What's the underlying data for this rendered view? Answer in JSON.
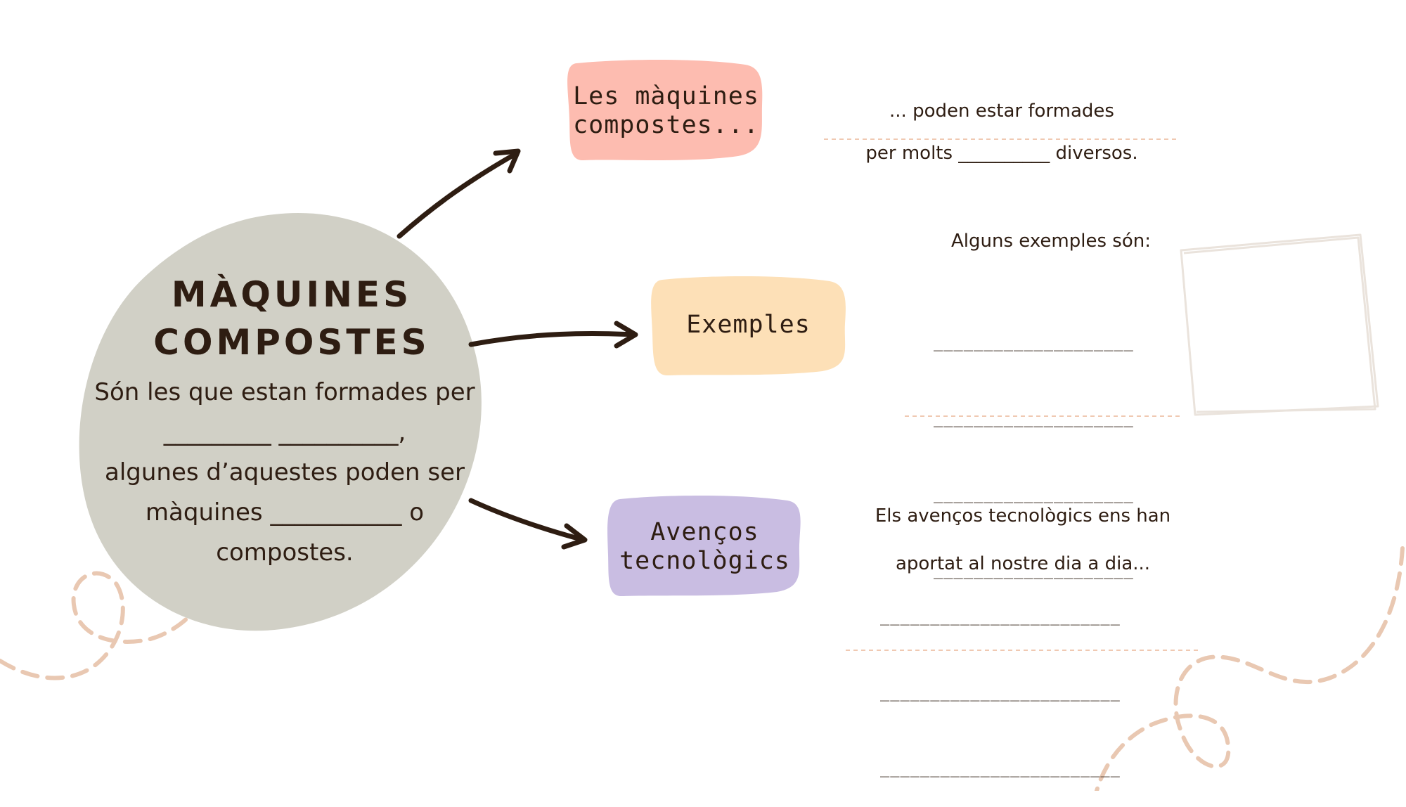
{
  "colors": {
    "blob": "#d1d0c6",
    "box_compostes": "#fdbcb0",
    "box_exemples": "#fde0b7",
    "box_avencos": "#c9bde2",
    "ink": "#2e1d12",
    "dashes": "#e9c8b2"
  },
  "central": {
    "title_line1": "MÀQUINES",
    "title_line2": "COMPOSTES",
    "line1": "Són les que estan formades per",
    "line2": "_________ __________,",
    "line3": "algunes d’aquestes poden ser",
    "line4": "màquines ___________ o",
    "line5": "compostes."
  },
  "boxes": {
    "compostes_line1": "Les màquines",
    "compostes_line2": "compostes...",
    "exemples": "Exemples",
    "avencos_line1": "Avenços",
    "avencos_line2": "tecnològics"
  },
  "notes": {
    "compostes_line1": "... poden estar formades",
    "compostes_line2": "per molts __________ diversos.",
    "exemples_intro": "Alguns exemples són:",
    "exemples_blanks": [
      "____________________",
      "____________________",
      "____________________",
      "____________________"
    ],
    "avencos_line1": "Els avenços tecnològics ens han",
    "avencos_line2": "aportat al nostre dia a dia...",
    "avencos_blanks": [
      "________________________",
      "________________________",
      "________________________"
    ]
  }
}
